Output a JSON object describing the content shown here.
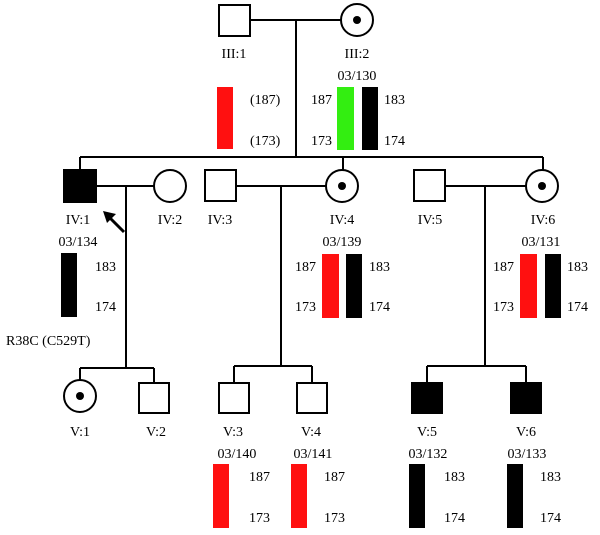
{
  "colors": {
    "red": "#ff1010",
    "black": "#000000",
    "green": "#33ee11"
  },
  "people": {
    "III1": {
      "label": "III:1",
      "sex": "male",
      "status": "unaffected"
    },
    "III2": {
      "label": "III:2",
      "sex": "female",
      "status": "carrier",
      "sample": "03/130"
    },
    "IV1": {
      "label": "IV:1",
      "sex": "male",
      "status": "affected",
      "sample": "03/134",
      "proband": true
    },
    "IV2": {
      "label": "IV:2",
      "sex": "female",
      "status": "unaffected"
    },
    "IV3": {
      "label": "IV:3",
      "sex": "male",
      "status": "unaffected"
    },
    "IV4": {
      "label": "IV:4",
      "sex": "female",
      "status": "carrier",
      "sample": "03/139"
    },
    "IV5": {
      "label": "IV:5",
      "sex": "male",
      "status": "unaffected"
    },
    "IV6": {
      "label": "IV:6",
      "sex": "female",
      "status": "carrier",
      "sample": "03/131"
    },
    "V1": {
      "label": "V:1",
      "sex": "female",
      "status": "carrier"
    },
    "V2": {
      "label": "V:2",
      "sex": "male",
      "status": "unaffected"
    },
    "V3": {
      "label": "V:3",
      "sex": "male",
      "status": "unaffected",
      "sample": "03/140"
    },
    "V4": {
      "label": "V:4",
      "sex": "male",
      "status": "unaffected",
      "sample": "03/141"
    },
    "V5": {
      "label": "V:5",
      "sex": "male",
      "status": "affected",
      "sample": "03/132"
    },
    "V6": {
      "label": "V:6",
      "sex": "male",
      "status": "affected",
      "sample": "03/133"
    }
  },
  "haplotypes": {
    "III1": {
      "haplotype": "red",
      "alleles": [
        "(187)",
        "(173)"
      ]
    },
    "III2": {
      "haplotypes": [
        "green",
        "black"
      ],
      "alleles_left": [
        "187",
        "173"
      ],
      "alleles_right": [
        "183",
        "174"
      ]
    },
    "IV1": {
      "haplotype": "black",
      "alleles": [
        "183",
        "174"
      ]
    },
    "IV4": {
      "haplotypes": [
        "red",
        "black"
      ],
      "alleles_left": [
        "187",
        "173"
      ],
      "alleles_right": [
        "183",
        "174"
      ]
    },
    "IV6": {
      "haplotypes": [
        "red",
        "black"
      ],
      "alleles_left": [
        "187",
        "173"
      ],
      "alleles_right": [
        "183",
        "174"
      ]
    },
    "V3": {
      "haplotype": "red",
      "alleles": [
        "187",
        "173"
      ]
    },
    "V4": {
      "haplotype": "red",
      "alleles": [
        "187",
        "173"
      ]
    },
    "V5": {
      "haplotype": "black",
      "alleles": [
        "183",
        "174"
      ]
    },
    "V6": {
      "haplotype": "black",
      "alleles": [
        "183",
        "174"
      ]
    }
  },
  "mutation": "R38C (C529T)"
}
